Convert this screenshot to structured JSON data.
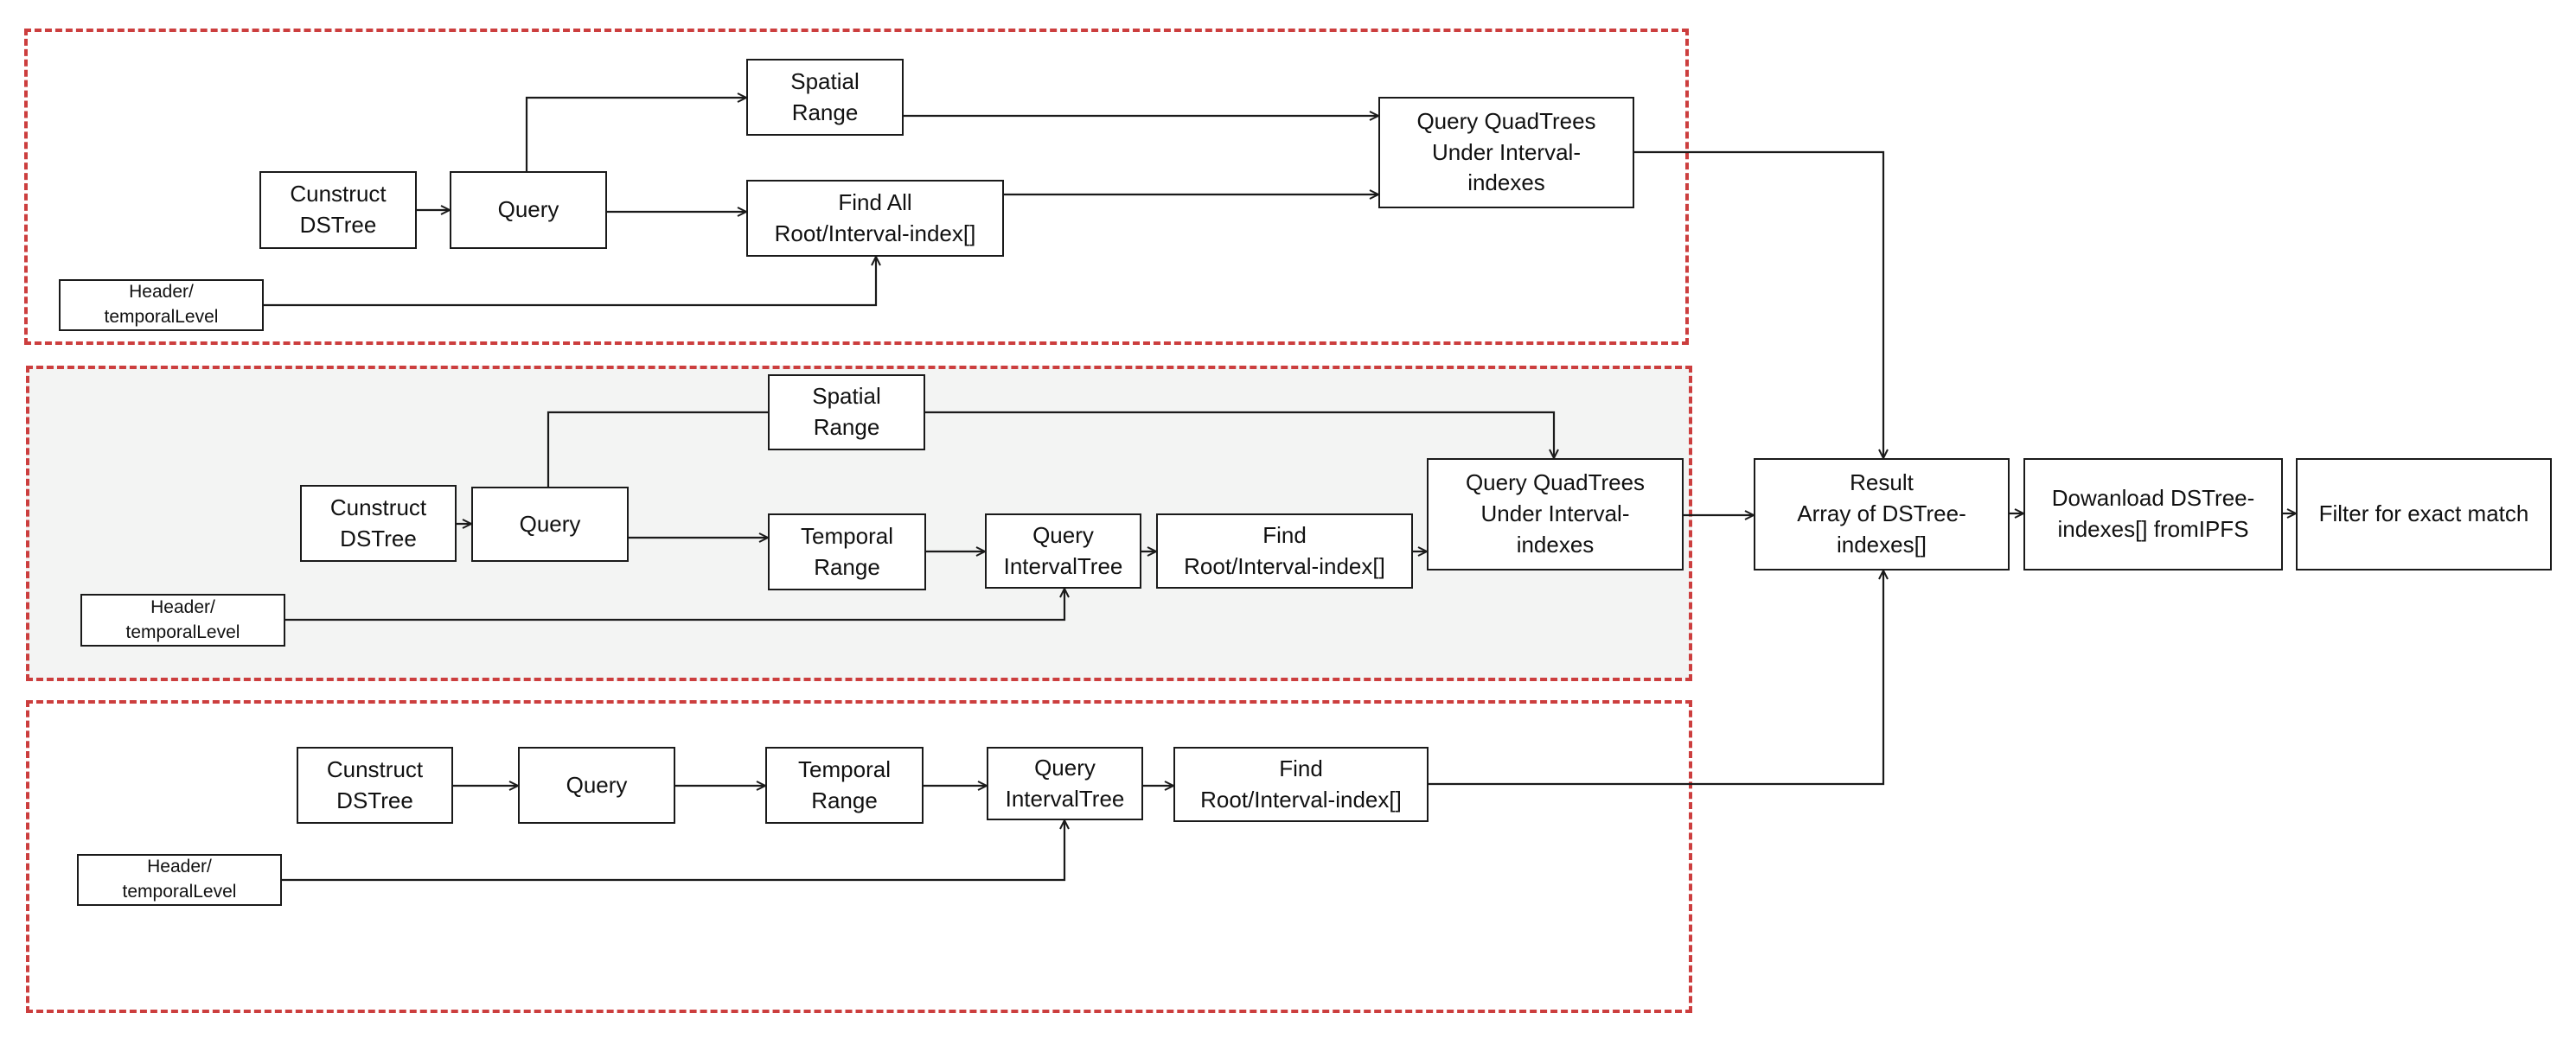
{
  "colors": {
    "group_border": "#cc3e3e",
    "group2_fill": "#f3f4f3",
    "line": "#1a1a1a",
    "box_border": "#1a1a1a"
  },
  "groups": [
    {
      "construct": [
        "Cunstruct",
        "DSTree"
      ],
      "query": "Query",
      "spatial": [
        "Spatial",
        "Range"
      ],
      "find_all": [
        "Find All",
        "Root/Interval-index[]"
      ],
      "header": [
        "Header/",
        "temporalLevel"
      ],
      "quadtrees": [
        "Query QuadTrees",
        "Under Interval-",
        "indexes"
      ]
    },
    {
      "construct": [
        "Cunstruct",
        "DSTree"
      ],
      "query": "Query",
      "spatial": [
        "Spatial",
        "Range"
      ],
      "temporal": [
        "Temporal",
        "Range"
      ],
      "intervaltree": [
        "Query",
        "IntervalTree"
      ],
      "find": [
        "Find",
        "Root/Interval-index[]"
      ],
      "header": [
        "Header/",
        "temporalLevel"
      ],
      "quadtrees": [
        "Query QuadTrees",
        "Under Interval-",
        "indexes"
      ]
    },
    {
      "construct": [
        "Cunstruct",
        "DSTree"
      ],
      "query": "Query",
      "temporal": [
        "Temporal",
        "Range"
      ],
      "intervaltree": [
        "Query",
        "IntervalTree"
      ],
      "find": [
        "Find",
        "Root/Interval-index[]"
      ],
      "header": [
        "Header/",
        "temporalLevel"
      ]
    }
  ],
  "result": [
    "Result",
    "Array of DSTree-",
    "indexes[]"
  ],
  "download": [
    "Dowanload DSTree-",
    "indexes[] fromIPFS"
  ],
  "filter": [
    "Filter for exact match"
  ]
}
